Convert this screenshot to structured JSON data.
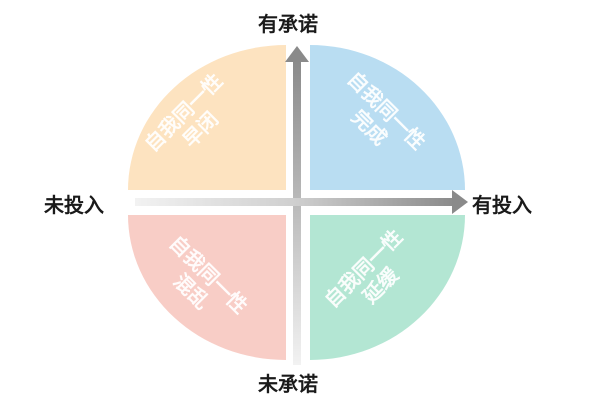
{
  "axes": {
    "top": "有承诺",
    "bottom": "未承诺",
    "left": "未投入",
    "right": "有投入"
  },
  "quadrants": {
    "top_left": {
      "line1": "自我同一性",
      "line2": "早闭",
      "color": "#fde3c0"
    },
    "top_right": {
      "line1": "自我同一性",
      "line2": "完成",
      "color": "#b9ddf2"
    },
    "bottom_left": {
      "line1": "自我同一性",
      "line2": "混乱",
      "color": "#f8cdc6"
    },
    "bottom_right": {
      "line1": "自我同一性",
      "line2": "延缓",
      "color": "#b3e6d3"
    }
  },
  "colors": {
    "arrow_dark": "#8a8a8a",
    "arrow_light": "#ececec",
    "label": "#1a1a1a"
  }
}
